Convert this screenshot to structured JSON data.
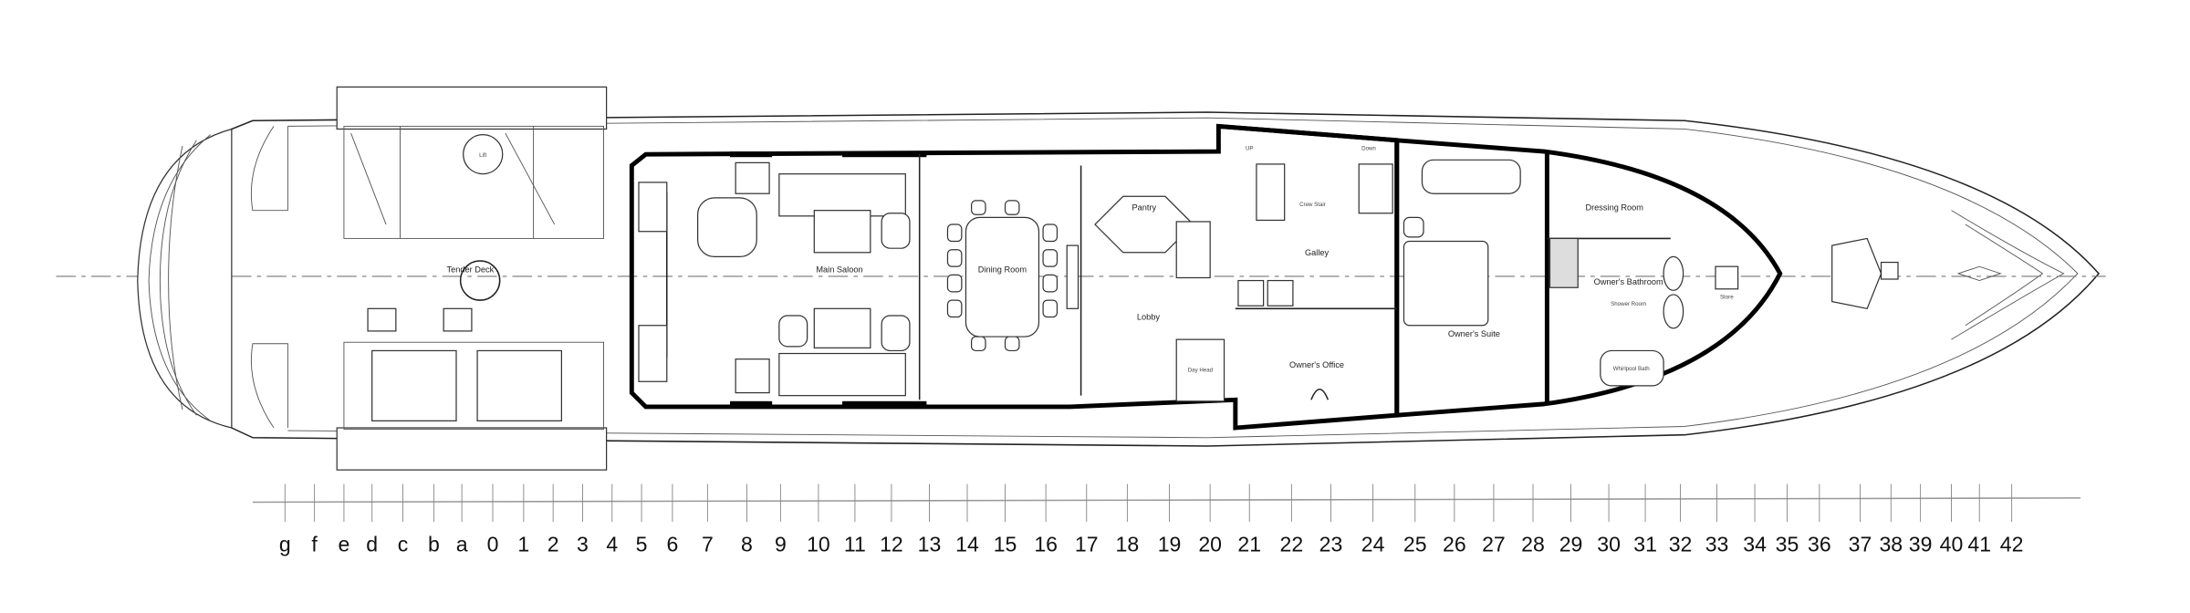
{
  "title": "Yacht Main Deck General Arrangement",
  "rooms": {
    "tender_deck": "Tender Deck",
    "main_saloon": "Main Saloon",
    "dining_room": "Dining Room",
    "pantry": "Pantry",
    "lobby": "Lobby",
    "galley": "Galley",
    "owners_office": "Owner's Office",
    "owners_suite": "Owner's Suite",
    "dressing_room": "Dressing Room",
    "owners_bathroom": "Owner's Bathroom",
    "shower": "Shower Room",
    "bath": "Whirlpool Bath",
    "lift": "Lift",
    "up": "UP",
    "down": "Down",
    "store": "Store",
    "day_head": "Day Head",
    "crew_stair": "Crew Stair"
  },
  "frames": [
    "g",
    "f",
    "e",
    "d",
    "c",
    "b",
    "a",
    "0",
    "1",
    "2",
    "3",
    "4",
    "5",
    "6",
    "7",
    "8",
    "9",
    "10",
    "11",
    "12",
    "13",
    "14",
    "15",
    "16",
    "17",
    "18",
    "19",
    "20",
    "21",
    "22",
    "23",
    "24",
    "25",
    "26",
    "27",
    "28",
    "29",
    "30",
    "31",
    "32",
    "33",
    "34",
    "35",
    "36",
    "37",
    "38",
    "39",
    "40",
    "41",
    "42"
  ]
}
